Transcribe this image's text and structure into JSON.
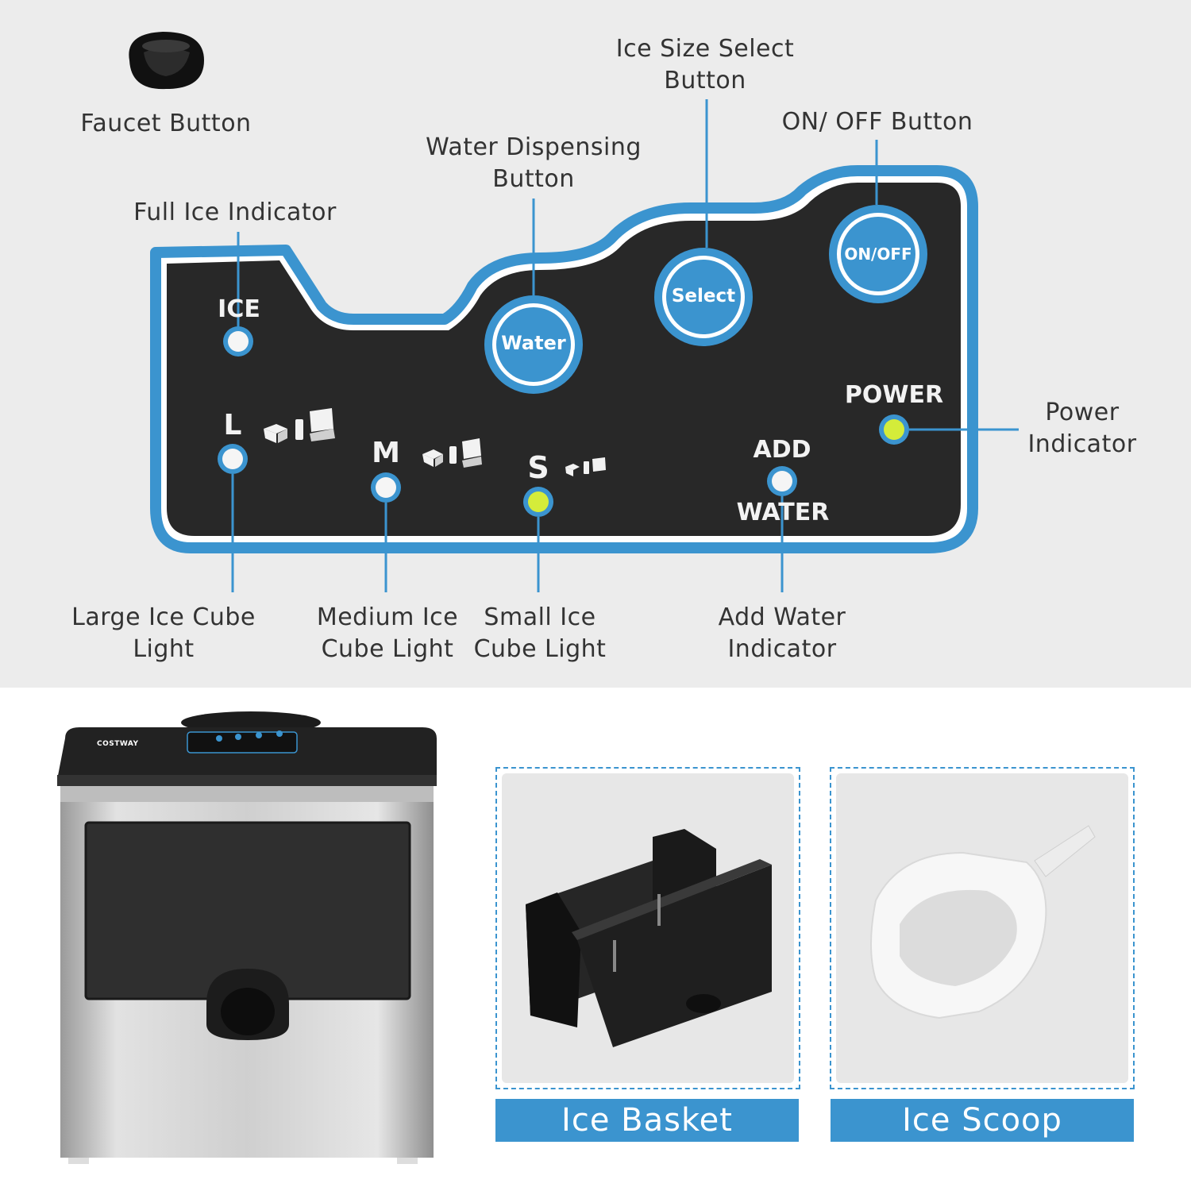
{
  "callouts": {
    "faucet_button": "Faucet Button",
    "ice_size_select_line1": "Ice Size Select",
    "ice_size_select_line2": "Button",
    "on_off_button": "ON/ OFF Button",
    "water_dispensing_line1": "Water Dispensing",
    "water_dispensing_line2": "Button",
    "full_ice_indicator": "Full Ice Indicator",
    "power_indicator_line1": "Power",
    "power_indicator_line2": "Indicator",
    "large_cube_line1": "Large Ice Cube",
    "large_cube_line2": "Light",
    "medium_cube_line1": "Medium Ice",
    "medium_cube_line2": "Cube Light",
    "small_cube_line1": "Small Ice",
    "small_cube_line2": "Cube Light",
    "add_water_line1": "Add Water",
    "add_water_line2": "Indicator"
  },
  "panel": {
    "ice": "ICE",
    "large": "L",
    "medium": "M",
    "small": "S",
    "power": "POWER",
    "add": "ADD",
    "water_word": "WATER",
    "btn_water": "Water",
    "btn_select": "Select",
    "btn_onoff": "ON/OFF"
  },
  "machine": {
    "brand": "COSTWAY"
  },
  "accessories": {
    "basket_label": "Ice Basket",
    "scoop_label": "Ice Scoop"
  },
  "colors": {
    "accent_blue": "#3b94cf",
    "panel_black": "#282828",
    "indicator_green": "#d4ec3a",
    "indicator_white": "#f5f5f5",
    "background_gray": "#ececec"
  }
}
